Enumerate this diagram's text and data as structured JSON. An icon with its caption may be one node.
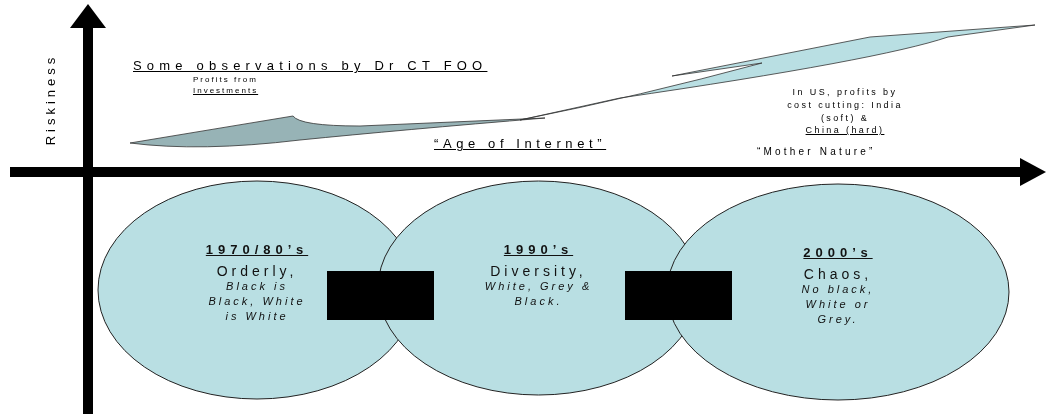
{
  "diagram": {
    "title": "Some observations by Dr CT FOO",
    "nodes": [
      {
        "text": [
          "1970/80’s",
          "Orderly,",
          "Black is Black, White is White"
        ]
      },
      {
        "text": [
          "1990’s",
          "Diversity,",
          "White, Grey & Black."
        ]
      },
      {
        "text": [
          "2000’s",
          "Chaos,",
          "No black, White or Grey."
        ]
      },
      {
        "text": [],
        "shape": "box"
      },
      {
        "text": [],
        "shape": "box"
      }
    ],
    "edges": [],
    "labels": [
      "Riskiness",
      "Profits from",
      "Investments",
      "In US, profits by cost cutting: India (soft) &",
      "China (hard)",
      "“Age of Internet”",
      "“Mother Nature”"
    ]
  }
}
